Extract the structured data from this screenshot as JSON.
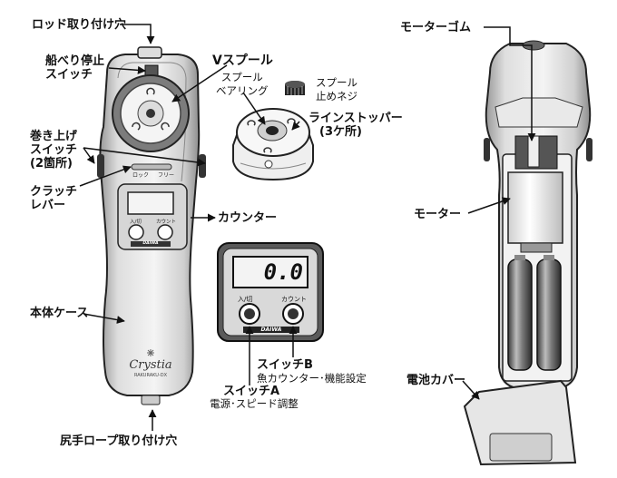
{
  "labels": {
    "rod_hole": "ロッド取り付け穴",
    "tilt_stop_1": "船べり停止",
    "tilt_stop_2": "スイッチ",
    "v_spool": "Vスプール",
    "spool_bearing_1": "スプール",
    "spool_bearing_2": "ベアリング",
    "spool_screw_1": "スプール",
    "spool_screw_2": "止めネジ",
    "line_stopper_1": "ラインストッパー",
    "line_stopper_2": "(3ケ所)",
    "winding_1": "巻き上げ",
    "winding_2": "スイッチ",
    "winding_3": "(2箇所)",
    "clutch_1": "クラッチ",
    "clutch_2": "レバー",
    "counter": "カウンター",
    "body_case": "本体ケース",
    "tail_rope_hole": "尻手ロープ取り付け穴",
    "switch_b": "スイッチB",
    "switch_b_desc": "魚カウンター･機能設定",
    "switch_a": "スイッチA",
    "switch_a_desc": "電源･スピード調整",
    "motor_rubber": "モーターゴム",
    "motor": "モーター",
    "battery_cover": "電池カバー"
  },
  "device": {
    "clutch_lock": "ロック",
    "clutch_free": "フリー",
    "btn_power": "入/切",
    "btn_count": "カウント",
    "brand": "DAIWA",
    "logo": "Crystia",
    "model": "RAKURAKU-DX",
    "display_value": "0.0"
  }
}
